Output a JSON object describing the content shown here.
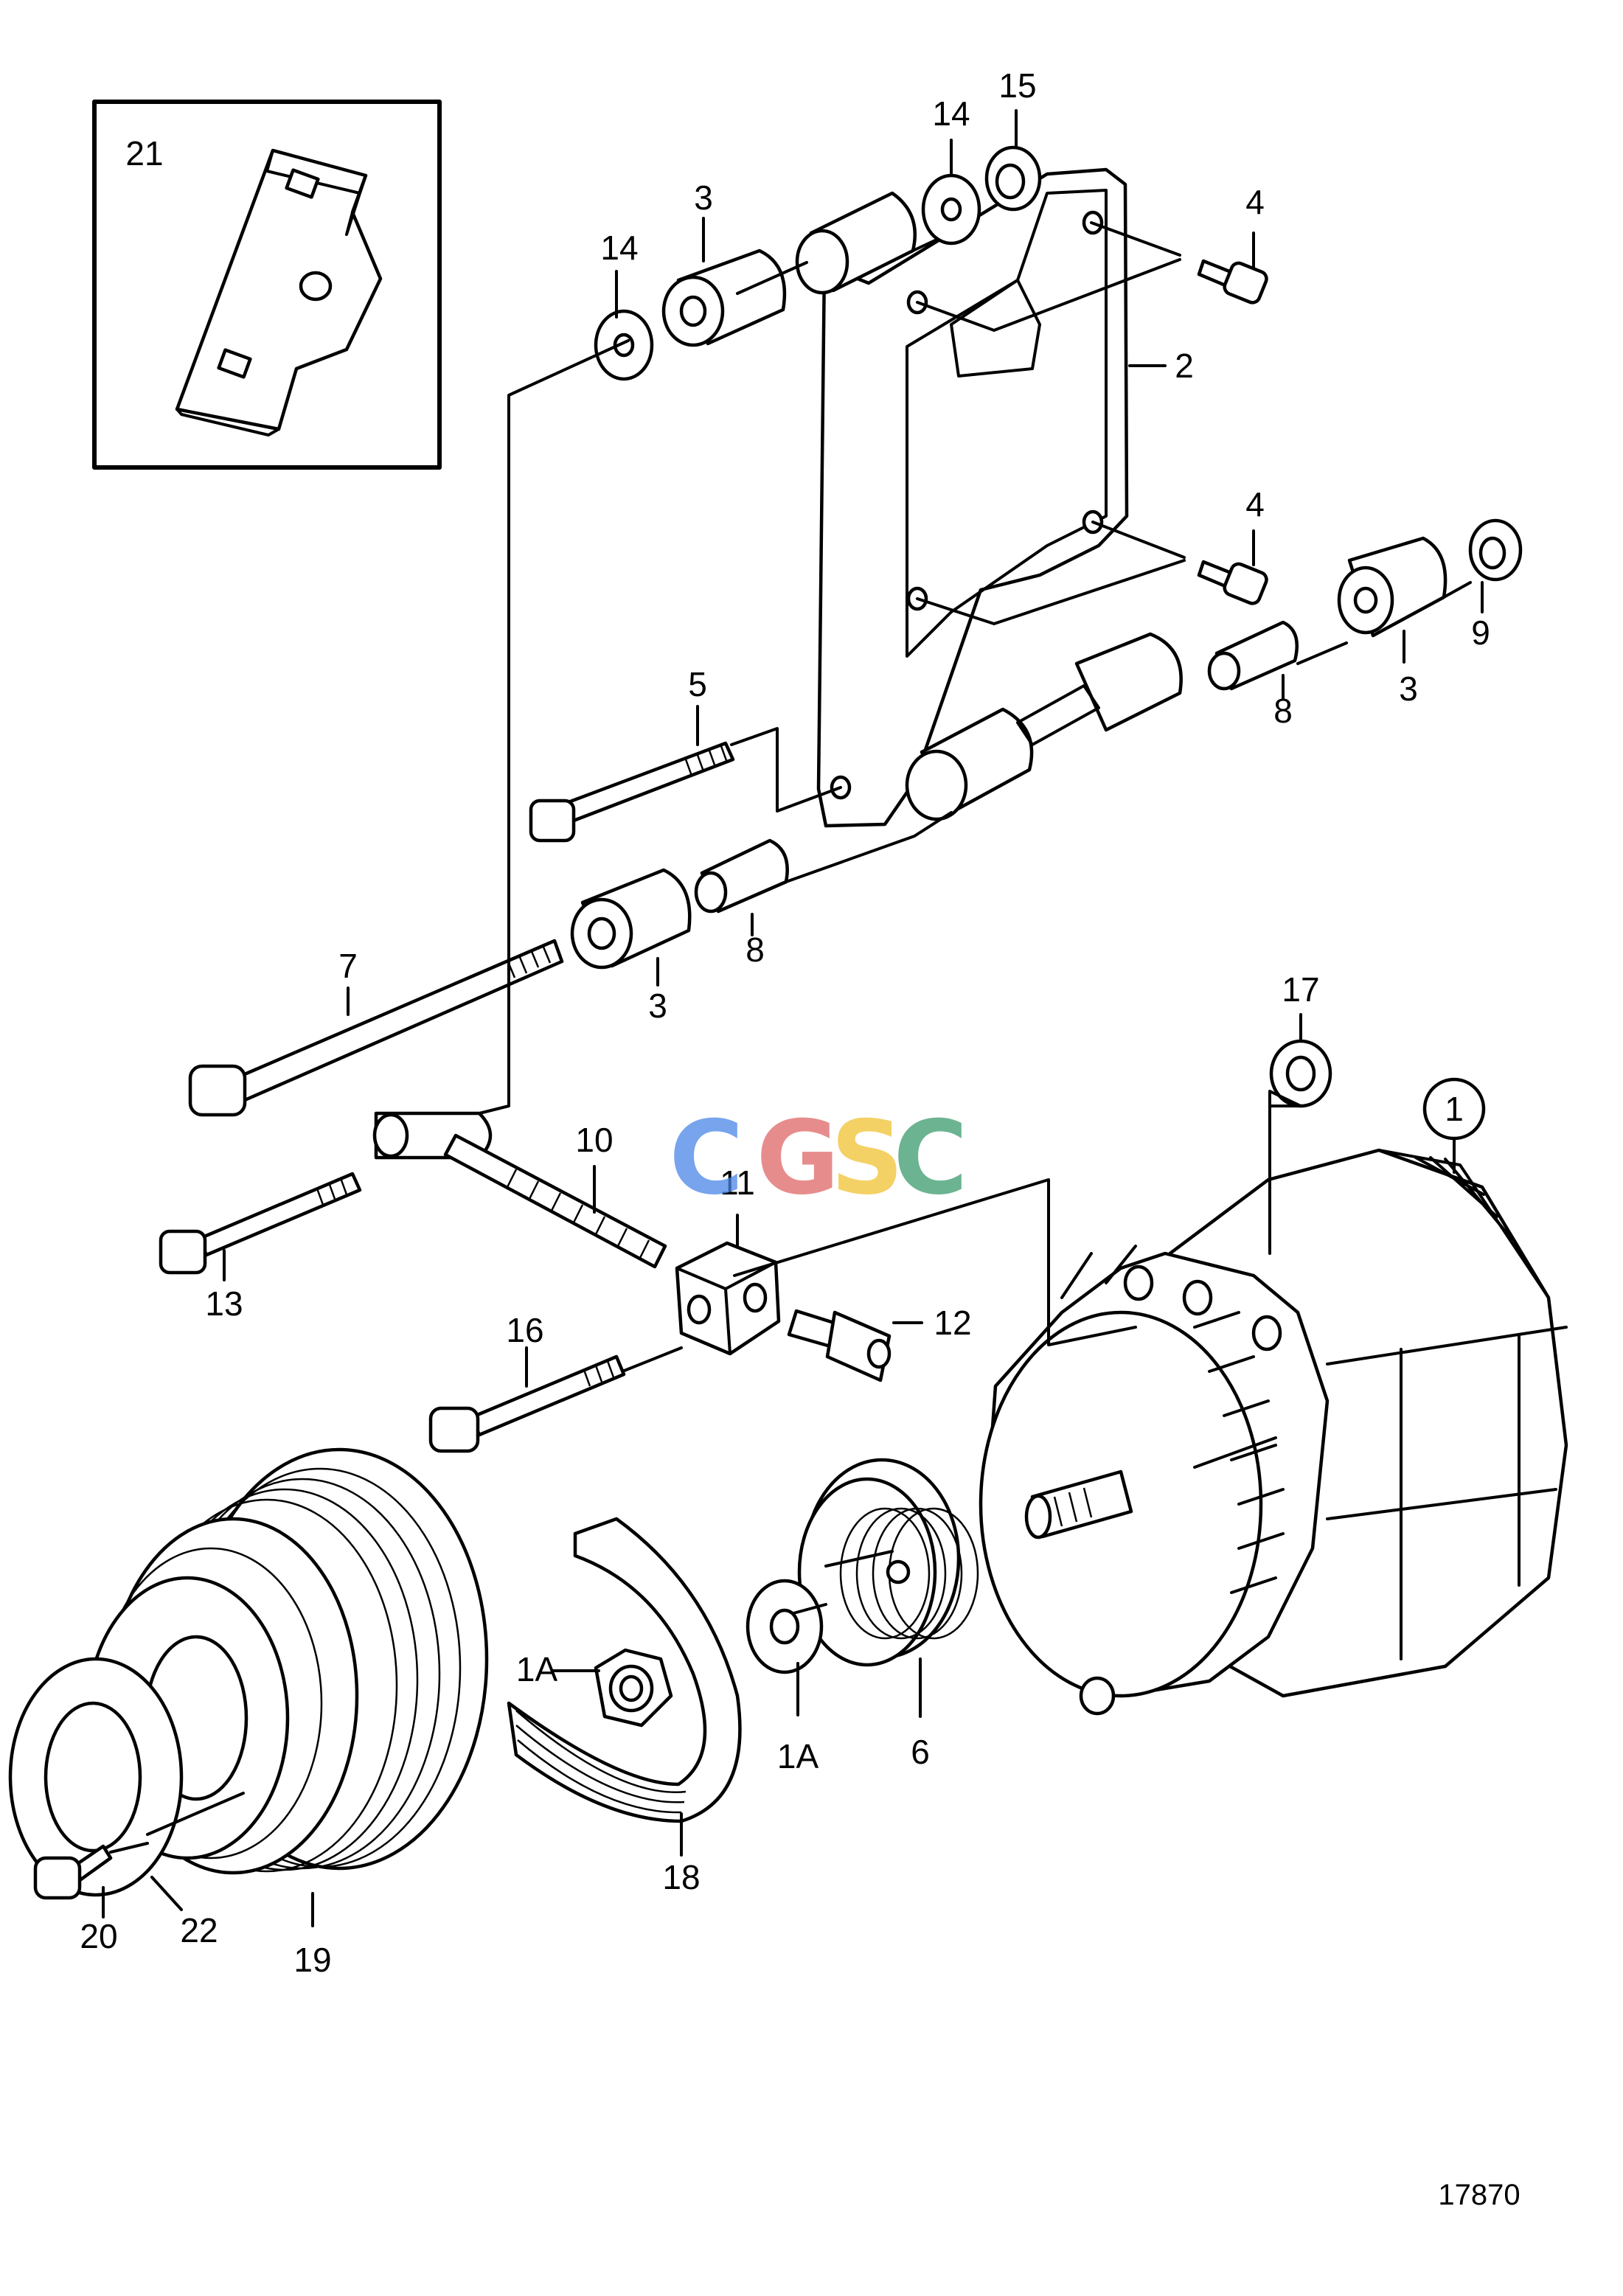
{
  "diagram_id": "17870",
  "watermark": {
    "letters": [
      "C",
      "G",
      "S",
      "C"
    ],
    "colors": [
      "#4a86e8",
      "#e06666",
      "#f1c232",
      "#3c9a6e"
    ]
  },
  "labels": {
    "p1": "1",
    "p1a_upper": "1A",
    "p1a_lower": "1A",
    "p2": "2",
    "p3_top": "3",
    "p3_right": "3",
    "p3_mid": "3",
    "p4_top": "4",
    "p4_mid": "4",
    "p5": "5",
    "p6": "6",
    "p7": "7",
    "p8_right": "8",
    "p8_mid": "8",
    "p9": "9",
    "p10": "10",
    "p11": "11",
    "p12": "12",
    "p13": "13",
    "p14_left": "14",
    "p14_top": "14",
    "p15": "15",
    "p16": "16",
    "p17": "17",
    "p18": "18",
    "p19": "19",
    "p20": "20",
    "p21": "21",
    "p22": "22"
  }
}
